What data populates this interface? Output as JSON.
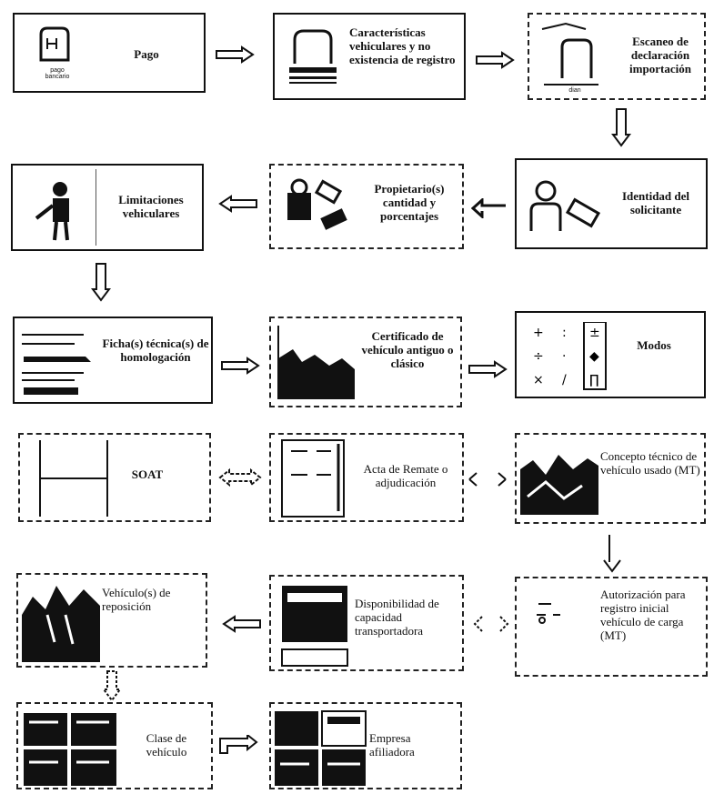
{
  "diagram": {
    "nodes": {
      "pago": {
        "label": "Pago",
        "icon": "document-icon",
        "sub": "pago\nbancario"
      },
      "caracteristicas": {
        "label": "Características vehiculares y no existencia de registro",
        "icon": "document-stack-icon"
      },
      "declaracion": {
        "label": "Escaneo de declaración importación",
        "icon": "document-scan-icon",
        "sub": "dian"
      },
      "identidad": {
        "label": "Identidad del solicitante",
        "icon": "person-card-icon"
      },
      "propietarios": {
        "label": "Propietario(s) cantidad y porcentajes",
        "icon": "people-card-icon"
      },
      "limitaciones": {
        "label": "Limitaciones vehiculares",
        "icon": "person-figure-icon"
      },
      "ficha": {
        "label": "Ficha(s) técnica(s) de homologación",
        "icon": "vehicle-lines-icon"
      },
      "certificado": {
        "label": "Certificado de vehículo antiguo o clásico",
        "icon": "photo-icon"
      },
      "modos": {
        "label": "Modos",
        "icon": "grid-symbols-icon"
      },
      "soat": {
        "label": "SOAT",
        "icon": "table-lines-icon"
      },
      "acta": {
        "label": "Acta de Remate o adjudicación",
        "icon": "page-icon"
      },
      "concepto": {
        "label": "Concepto técnico de vehículo usado (MT)",
        "icon": "photo-icon"
      },
      "autorizacion": {
        "label": "Autorización para registro inicial vehículo de carga (MT)",
        "icon": "small-doc-icon"
      },
      "disponibilidad": {
        "label": "Disponibilidad de capacidad transportadora",
        "icon": "photo-icon"
      },
      "reposicion": {
        "label": "Vehículo(s) de reposición",
        "icon": "photo-icon"
      },
      "clase": {
        "label": "Clase de vehículo",
        "icon": "collage-icon"
      },
      "empresa": {
        "label": "Empresa afiliadora",
        "icon": "collage-icon"
      }
    }
  }
}
